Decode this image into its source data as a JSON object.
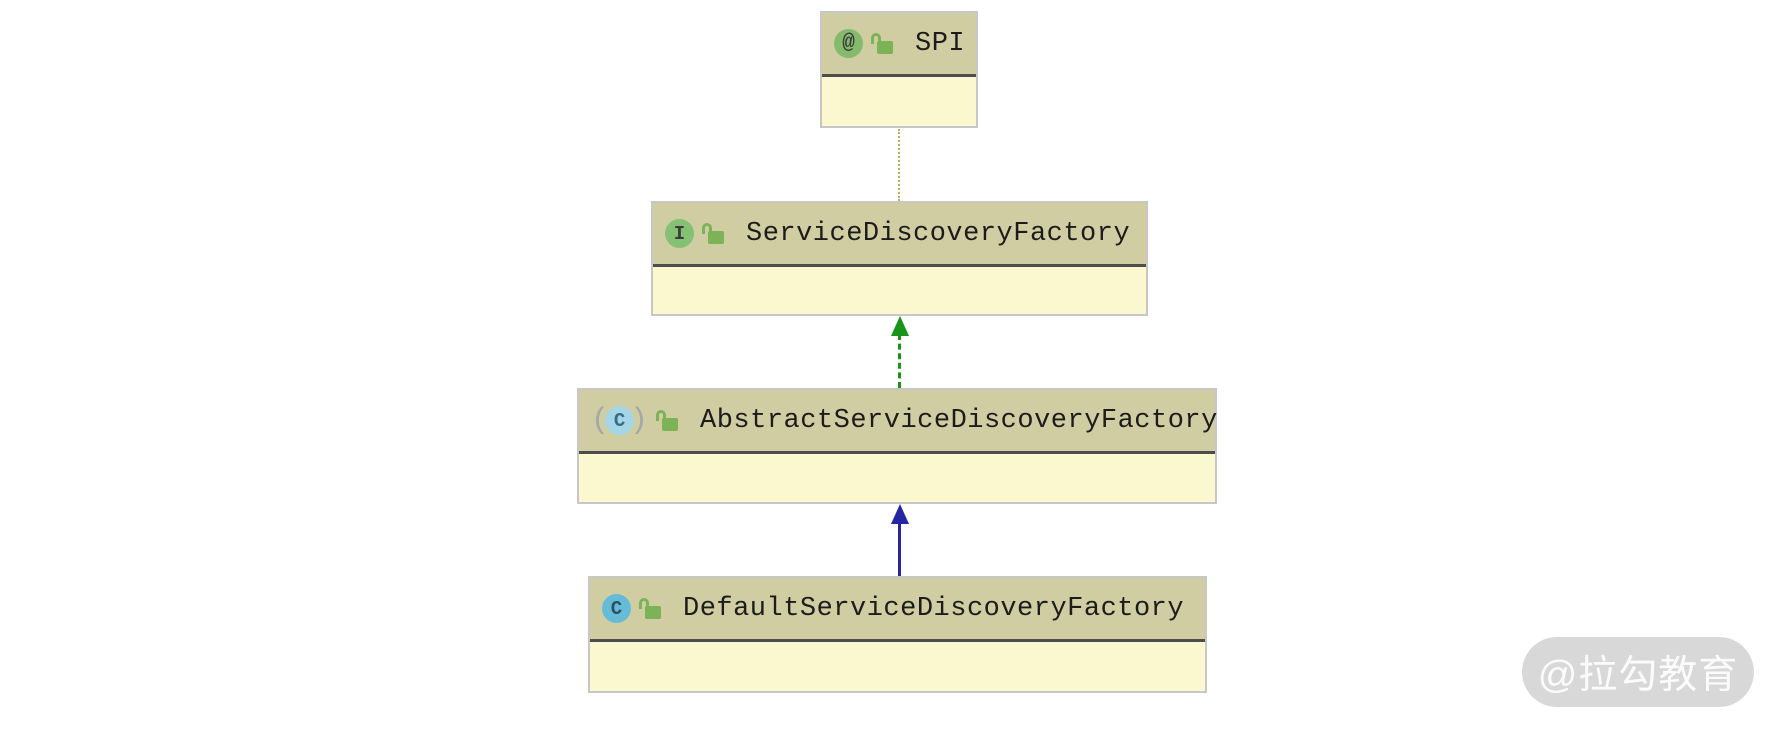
{
  "diagram": {
    "nodes": [
      {
        "id": "spi",
        "label": "SPI",
        "kind": "annotation",
        "icon": "@",
        "visibility": "public"
      },
      {
        "id": "sdf",
        "label": "ServiceDiscoveryFactory",
        "kind": "interface",
        "icon": "I",
        "visibility": "public"
      },
      {
        "id": "asdf",
        "label": "AbstractServiceDiscoveryFactory",
        "kind": "abstract-class",
        "icon": "C",
        "visibility": "public"
      },
      {
        "id": "dsdf",
        "label": "DefaultServiceDiscoveryFactory",
        "kind": "class",
        "icon": "C",
        "visibility": "public"
      }
    ],
    "abstract_paren_left": "(",
    "abstract_paren_right": ")",
    "edges": [
      {
        "from": "ServiceDiscoveryFactory",
        "to": "SPI",
        "type": "annotation",
        "style": "dotted"
      },
      {
        "from": "AbstractServiceDiscoveryFactory",
        "to": "ServiceDiscoveryFactory",
        "type": "implements",
        "style": "dashed-arrow"
      },
      {
        "from": "DefaultServiceDiscoveryFactory",
        "to": "AbstractServiceDiscoveryFactory",
        "type": "extends",
        "style": "solid-arrow"
      }
    ],
    "colors": {
      "node-header-bg": "#cfcda1",
      "node-body-bg": "#fbf8d0",
      "node-border": "#c7c7c7",
      "node-separator": "#4d4d4d",
      "annotation-edge": "#b1b15e",
      "implements-edge": "#189418",
      "extends-edge": "#2626a5",
      "annotation-icon-bg": "#85ba6d",
      "interface-icon-bg": "#85c173",
      "class-icon-bg": "#64bcd8",
      "abstract-class-icon-bg": "#a5d6e8",
      "lock-icon": "#7cb356",
      "watermark-bg": "#d8d8d8",
      "watermark-text": "#fbfbfb"
    }
  },
  "watermark": {
    "text": "@拉勾教育"
  }
}
